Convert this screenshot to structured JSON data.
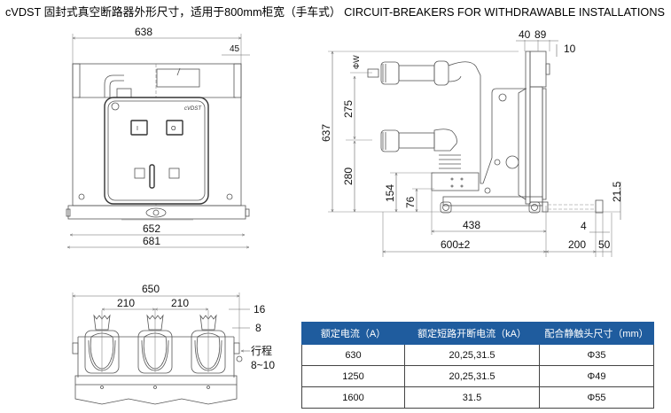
{
  "title": "cVDST 固封式真空断路器外形尺寸，适用于800mm柜宽（手车式） CIRCUIT-BREAKERS FOR WITHDRAWABLE INSTALLATIONS",
  "front_view": {
    "dim_width": "638",
    "dim_side": "45",
    "dim_base": "652",
    "dim_total": "681",
    "brand_mark": "cVDST",
    "button_on": "I",
    "button_off": "O"
  },
  "side_view": {
    "dim_height": "637",
    "dim_upper": "275",
    "dim_lower": "280",
    "dim_154": "154",
    "dim_76": "76",
    "dim_phi": "ΦW",
    "dim_40": "40",
    "dim_89": "89",
    "dim_10": "10",
    "dim_21_5": "21.5",
    "dim_438": "438",
    "dim_4": "4",
    "dim_600": "600±2",
    "dim_200": "200",
    "dim_50": "50"
  },
  "top_view": {
    "dim_650": "650",
    "dim_210a": "210",
    "dim_210b": "210",
    "dim_16": "16",
    "dim_8": "8",
    "travel_label": "行程",
    "travel_value": "8~10"
  },
  "spec_table": {
    "headers": [
      "额定电流（A）",
      "额定短路开断电流（kA）",
      "配合静触头尺寸（mm）"
    ],
    "rows": [
      [
        "630",
        "20,25,31.5",
        "Φ35"
      ],
      [
        "1250",
        "20,25,31.5",
        "Φ49"
      ],
      [
        "1600",
        "31.5",
        "Φ55"
      ]
    ]
  },
  "colors": {
    "table_header": "#1f5c9e"
  }
}
